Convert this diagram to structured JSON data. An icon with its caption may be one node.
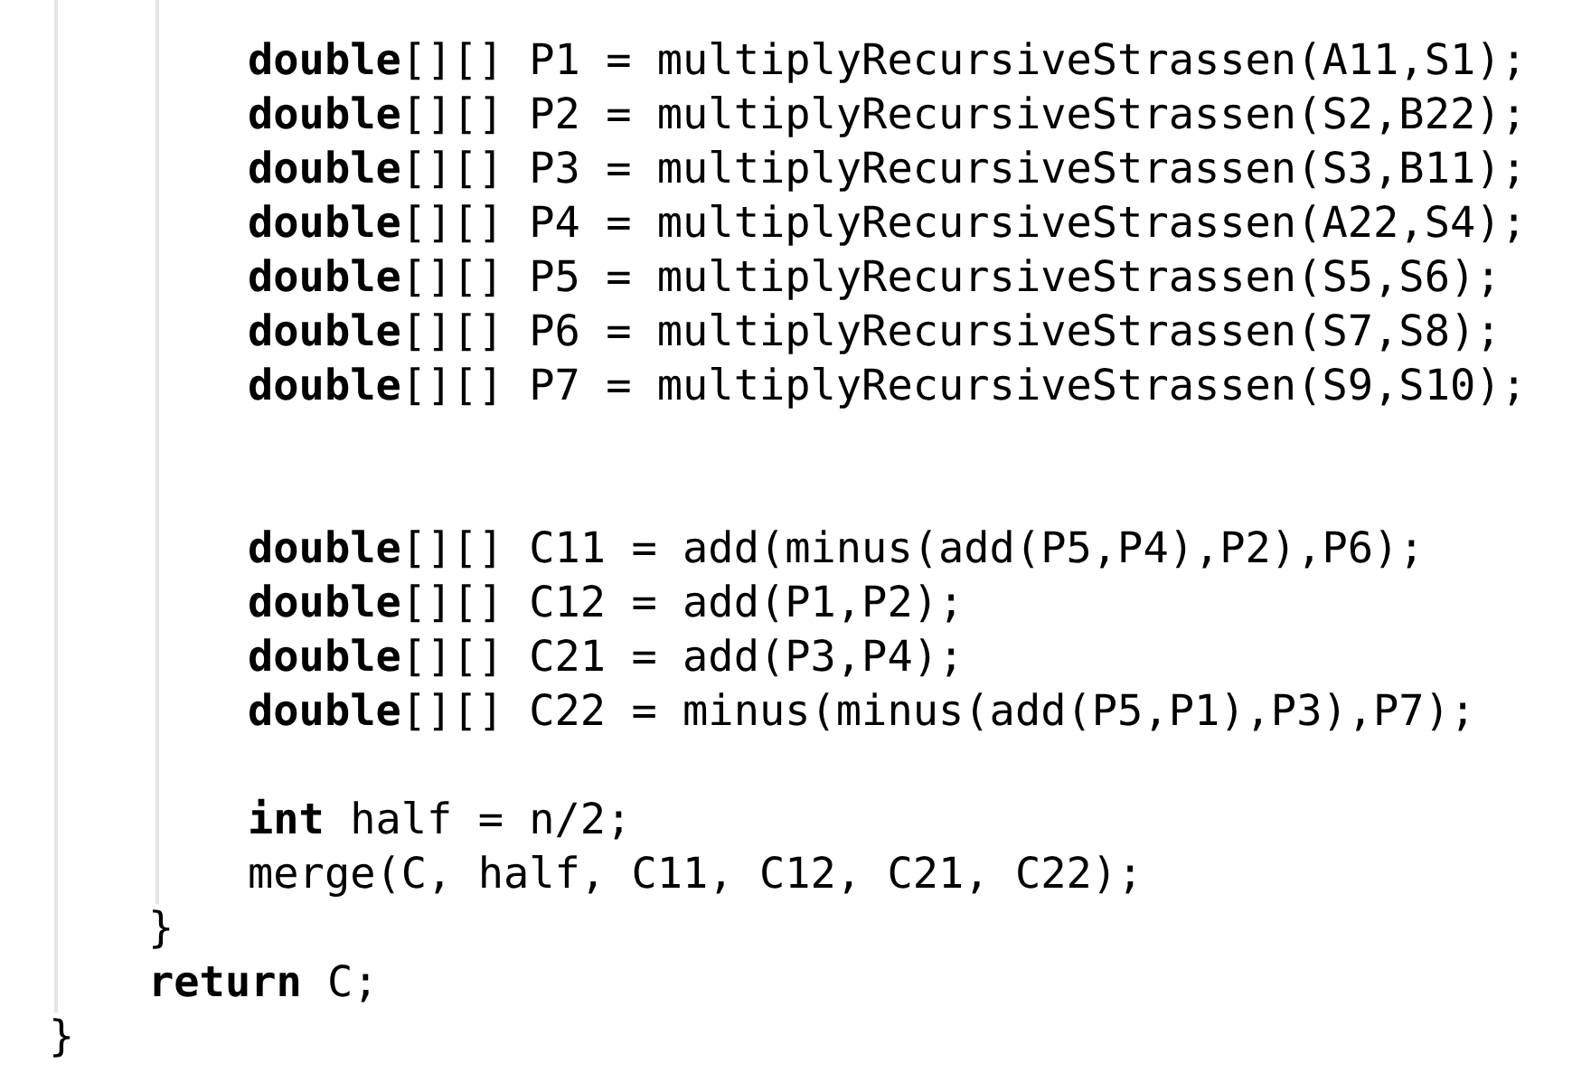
{
  "diagram": {
    "labels": [
      "**double**[][] P1 = multiplyRecursiveStrassen(A11,S1);",
      "**double**[][] P2 = multiplyRecursiveStrassen(S2,B22);",
      "**double**[][] P3 = multiplyRecursiveStrassen(S3,B11);",
      "**double**[][] P4 = multiplyRecursiveStrassen(A22,S4);",
      "**double**[][] P5 = multiplyRecursiveStrassen(S5,S6);",
      "**double**[][] P6 = multiplyRecursiveStrassen(S7,S8);",
      "**double**[][] P7 = multiplyRecursiveStrassen(S9,S10);",
      "**double**[][] C11 = add(minus(add(P5,P4),P2),P6);",
      "**double**[][] C12 = add(P1,P2);",
      "**double**[][] C21 = add(P3,P4);",
      "**double**[][] C22 = minus(minus(add(P5,P1),P3),P7);",
      "**int** half = n/2;",
      "merge(C, half, C11, C12, C21, C22);",
      "}",
      "**return** C;",
      "}"
    ]
  }
}
